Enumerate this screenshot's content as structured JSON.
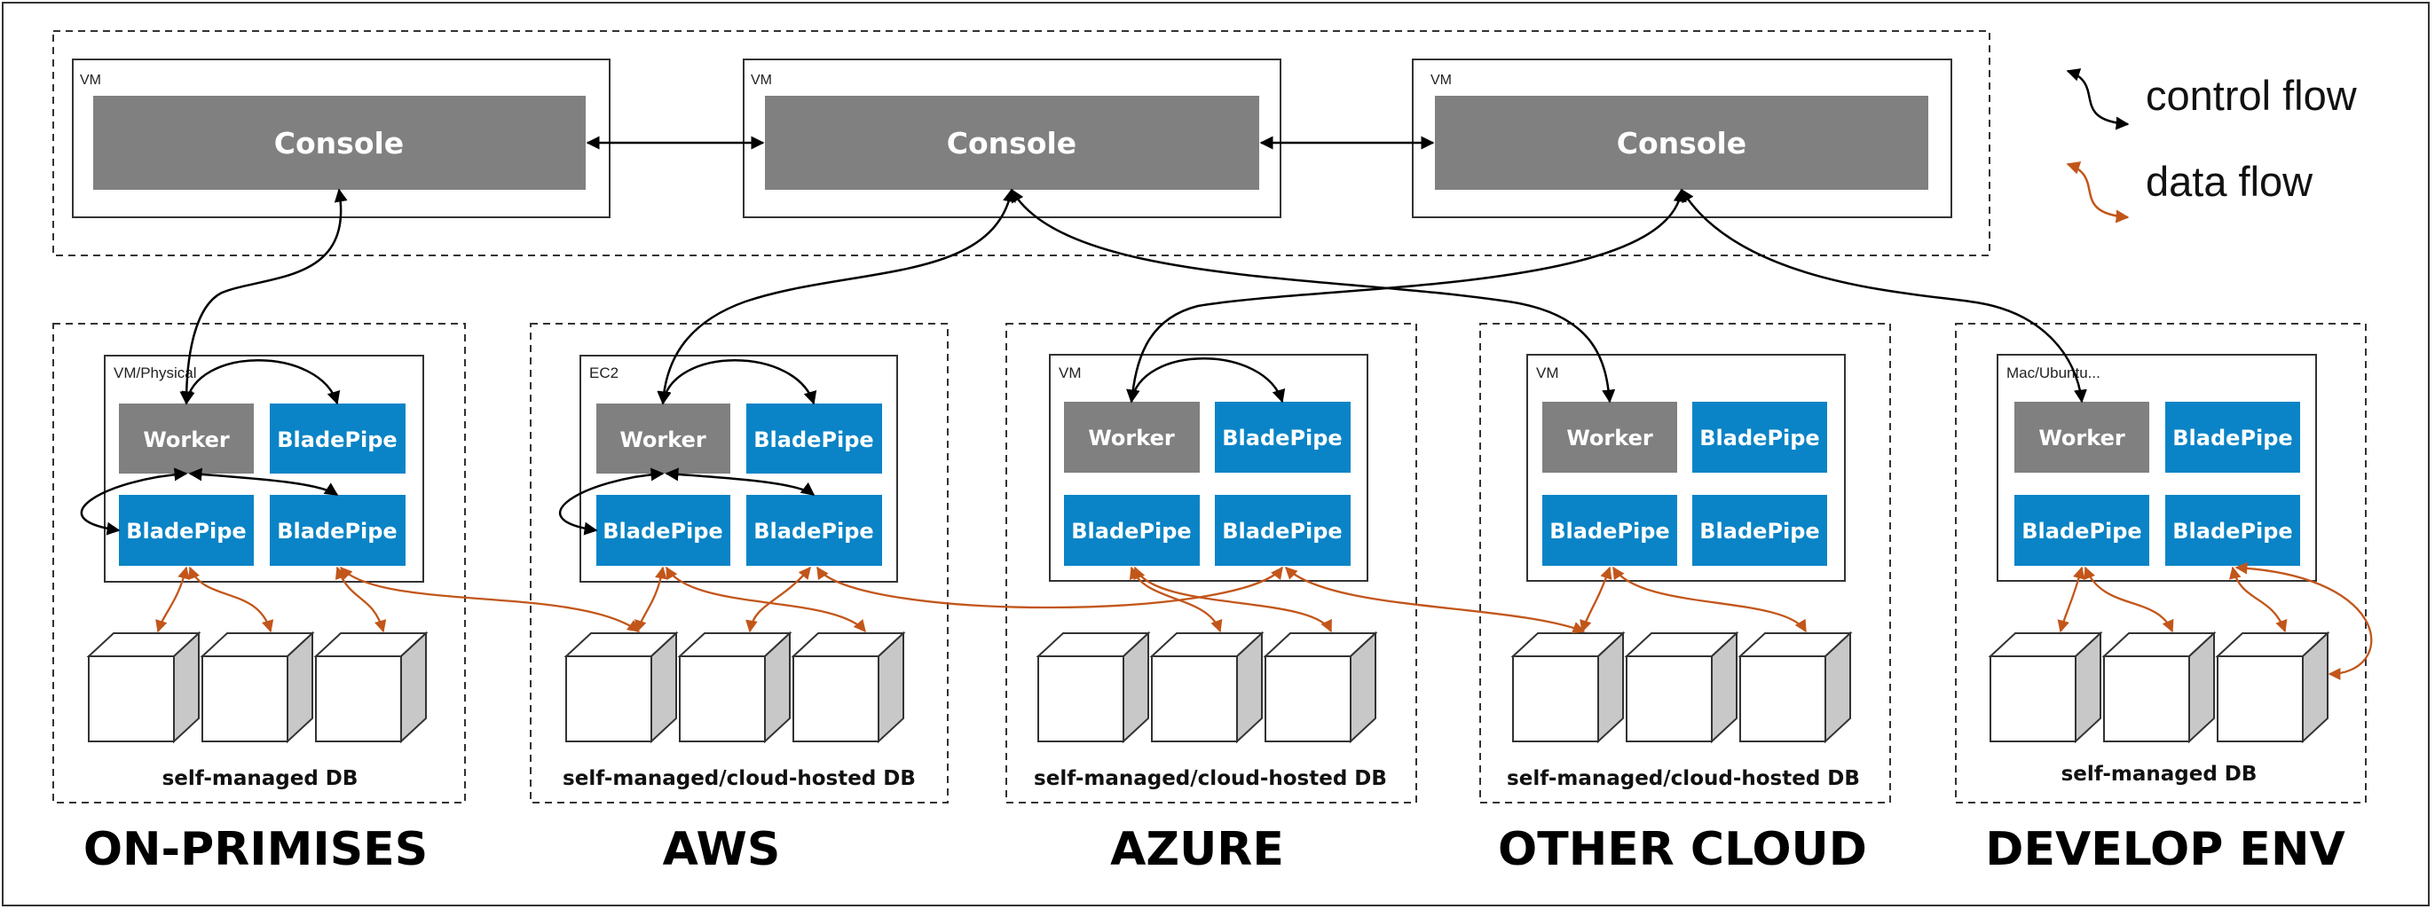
{
  "legend": {
    "control_flow": "control flow",
    "data_flow": "data flow"
  },
  "consoles": [
    {
      "host": "VM",
      "label": "Console"
    },
    {
      "host": "VM",
      "label": "Console"
    },
    {
      "host": "VM",
      "label": "Console"
    }
  ],
  "environments": [
    {
      "host": "VM/Physical",
      "worker": "Worker",
      "bladepipes": [
        "BladePipe",
        "BladePipe",
        "BladePipe"
      ],
      "db_label": "self-managed DB",
      "title": "ON-PRIMISES"
    },
    {
      "host": "EC2",
      "worker": "Worker",
      "bladepipes": [
        "BladePipe",
        "BladePipe",
        "BladePipe"
      ],
      "db_label": "self-managed/cloud-hosted DB",
      "title": "AWS"
    },
    {
      "host": "VM",
      "worker": "Worker",
      "bladepipes": [
        "BladePipe",
        "BladePipe",
        "BladePipe"
      ],
      "db_label": "self-managed/cloud-hosted DB",
      "title": "AZURE"
    },
    {
      "host": "VM",
      "worker": "Worker",
      "bladepipes": [
        "BladePipe",
        "BladePipe",
        "BladePipe"
      ],
      "db_label": "self-managed/cloud-hosted DB",
      "title": "OTHER CLOUD"
    },
    {
      "host": "Mac/Ubuntu...",
      "worker": "Worker",
      "bladepipes": [
        "BladePipe",
        "BladePipe",
        "BladePipe"
      ],
      "db_label": "self-managed DB",
      "title": "DEVELOP ENV"
    }
  ],
  "colors": {
    "console": "#808080",
    "worker": "#808080",
    "bladepipe": "#0a84c6",
    "control": "#000000",
    "data": "#c2561a"
  }
}
